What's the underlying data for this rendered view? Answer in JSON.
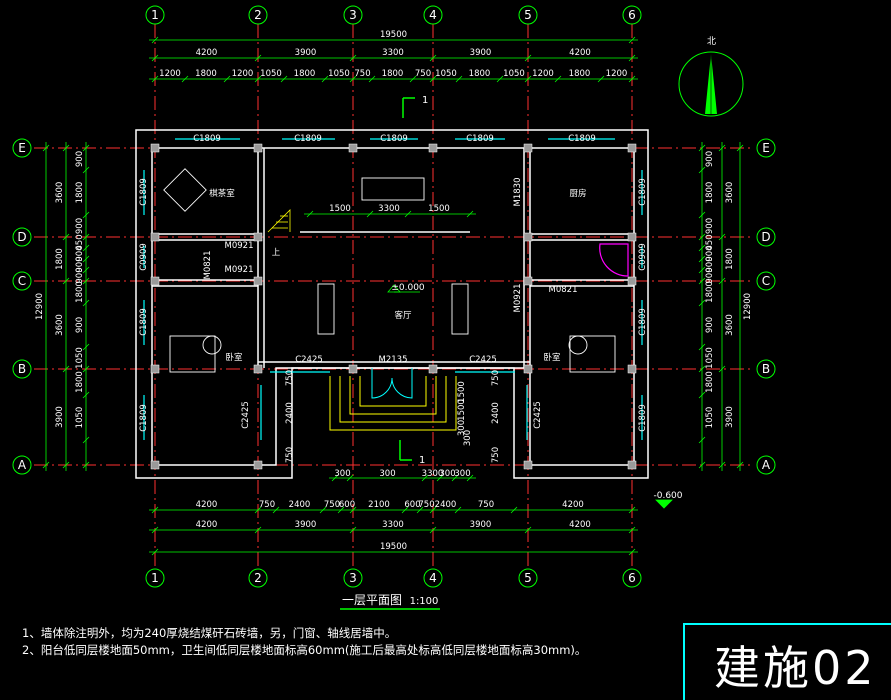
{
  "axes": {
    "columns": [
      "1",
      "2",
      "3",
      "4",
      "5",
      "6"
    ],
    "rows": [
      "E",
      "D",
      "C",
      "B",
      "A"
    ]
  },
  "dims_top": {
    "overall": "19500",
    "bays": [
      "4200",
      "3900",
      "3300",
      "3900",
      "4200"
    ],
    "details": [
      "1200",
      "1800",
      "1200",
      "1050",
      "1800",
      "1050",
      "750",
      "1800",
      "750",
      "1050",
      "1800",
      "1050",
      "1200",
      "1800",
      "1200"
    ]
  },
  "dims_bottom": {
    "details": [
      "4200",
      "750",
      "2400",
      "750",
      "600",
      "2100",
      "600",
      "750",
      "2400",
      "750",
      "4200"
    ],
    "bays": [
      "4200",
      "3900",
      "3300",
      "3900",
      "4200"
    ],
    "overall": "19500",
    "porch": [
      "300",
      "300",
      "3300",
      "300",
      "300"
    ]
  },
  "dims_side": {
    "overall": "12900",
    "bays": [
      "3600",
      "1800",
      "3600",
      "3900"
    ],
    "details": [
      "900",
      "1800",
      "900",
      "450",
      "900",
      "900",
      "900",
      "1800",
      "900",
      "1050",
      "1800",
      "1050"
    ]
  },
  "section_mark": "1",
  "windows": {
    "top": [
      "C1809",
      "C1809",
      "C1809",
      "C1809",
      "C1809"
    ],
    "front": [
      "C2425",
      "M2135",
      "C2425"
    ],
    "side": [
      "C1809",
      "C0909",
      "C1809",
      "C1809",
      "C1809",
      "C0909",
      "C1809",
      "C1809"
    ],
    "lower": [
      "C2425",
      "C2425"
    ]
  },
  "doors": [
    "M0921",
    "M0921",
    "M0821",
    "M0821",
    "M0921",
    "M1830"
  ],
  "rooms": {
    "tea": "棋茶室",
    "kitchen": "厨房",
    "living": "客厅",
    "bed_left": "卧室",
    "bed_right": "卧室",
    "up": "上"
  },
  "inner_dims": [
    "1500",
    "3300",
    "1500"
  ],
  "porch_dims": [
    "750",
    "2400",
    "750",
    "1500",
    "1500",
    "300",
    "300",
    "750",
    "2400",
    "750"
  ],
  "elevations": {
    "floor": "±0.000",
    "outside": "-0.600"
  },
  "north_label": "北",
  "title": "一层平面图",
  "scale": "1:100",
  "notes": [
    "1、墙体除注明外，均为240厚烧结煤矸石砖墙，另，门窗、轴线居墙中。",
    "2、阳台低同层楼地面50mm，卫生间低同层楼地面标高60mm(施工后最高处标高低同层楼地面标高30mm)。"
  ],
  "sheet": "建施02",
  "colors": {
    "grid": "#ff3030",
    "dim": "#00ff00",
    "wall": "#ffffff",
    "window": "#00ffff",
    "text": "#ffffff",
    "accent": "#ff00ff",
    "floor": "#ffff00"
  }
}
